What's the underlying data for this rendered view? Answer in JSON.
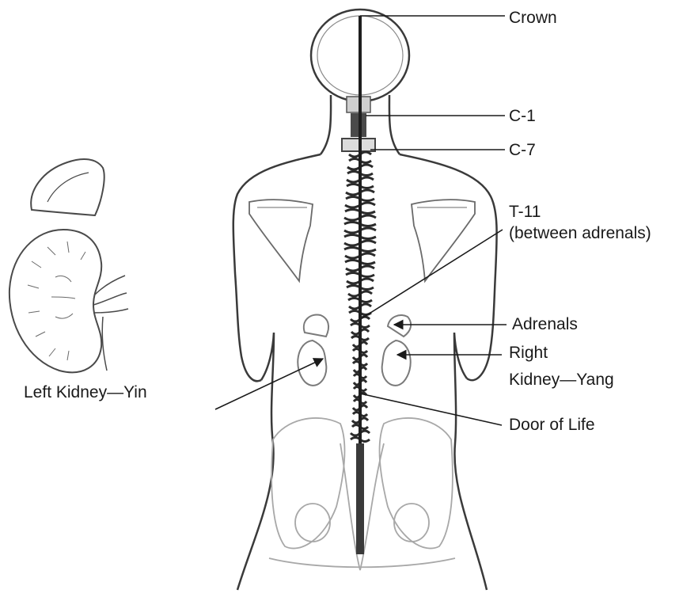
{
  "labels": {
    "crown": "Crown",
    "c1": "C-1",
    "c7": "C-7",
    "t11_line1": "T-11",
    "t11_line2": "(between adrenals)",
    "adrenals": "Adrenals",
    "right_kidney_line1": "Right",
    "right_kidney_line2": "Kidney—Yang",
    "left_kidney": "Left Kidney—Yin",
    "door_of_life": "Door of Life"
  },
  "colors": {
    "ink": "#1a1a1a",
    "outline": "#3a3a3a",
    "light": "#9a9a9a",
    "spine": "#2b2b2b"
  }
}
